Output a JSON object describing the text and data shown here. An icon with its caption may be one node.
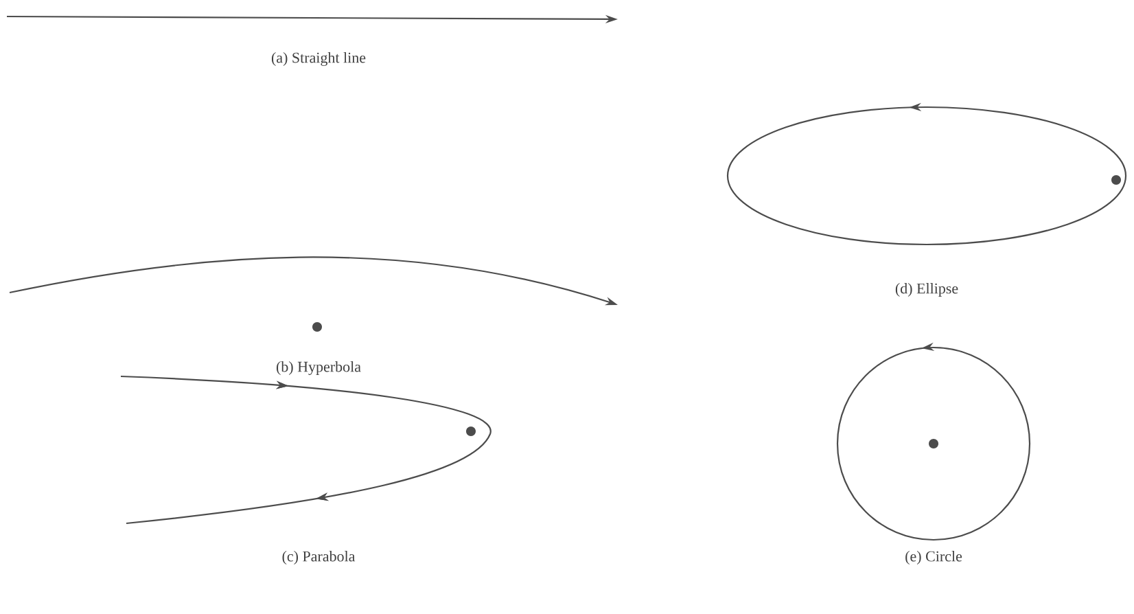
{
  "diagram": {
    "labels": [
      "(a) Straight line",
      "(d) Ellipse",
      "(b) Hyperbola",
      "(c) Parabola",
      "(e) Circle"
    ]
  }
}
